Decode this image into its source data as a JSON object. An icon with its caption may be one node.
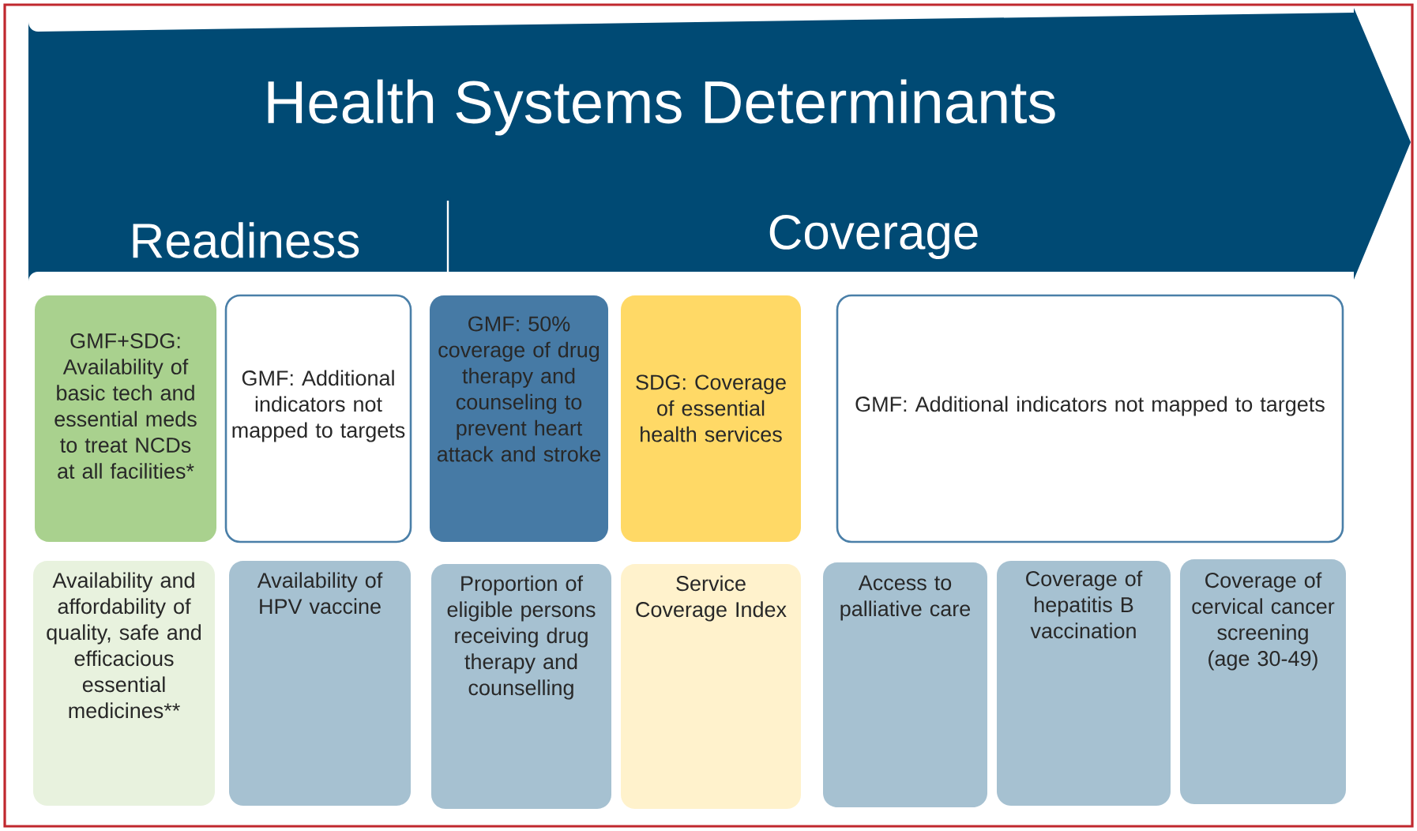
{
  "diagram": {
    "nodes": [
      {
        "text": [
          "Health Systems Determinants"
        ]
      },
      {
        "text": [
          "Readiness"
        ],
        "in": 0
      },
      {
        "text": [
          "Coverage"
        ],
        "in": 0
      },
      {
        "text": [
          "GMF+SDG: Availability of basic tech and essential meds to treat NCDs at all facilities*"
        ]
      },
      {
        "text": [
          "GMF: Additional indicators not mapped to targets"
        ]
      },
      {
        "text": [
          "GMF: 50% coverage of drug therapy and counseling to prevent heart attack and stroke"
        ]
      },
      {
        "text": [
          "SDG: Coverage of essential health services"
        ]
      },
      {
        "text": [
          "GMF: Additional indicators not mapped to targets"
        ]
      },
      {
        "text": [
          "Availability and affordability of quality, safe and efficacious essential medicines**"
        ]
      },
      {
        "text": [
          "Availability of HPV vaccine"
        ]
      },
      {
        "text": [
          "Proportion of eligible persons receiving drug therapy and counselling"
        ]
      },
      {
        "text": [
          "Service Coverage Index"
        ]
      },
      {
        "text": [
          "Access to palliative care"
        ]
      },
      {
        "text": [
          "Coverage of hepatitis B vaccination"
        ]
      },
      {
        "text": [
          "Coverage of cervical cancer screening (age 30-49)"
        ]
      }
    ],
    "edges": []
  }
}
